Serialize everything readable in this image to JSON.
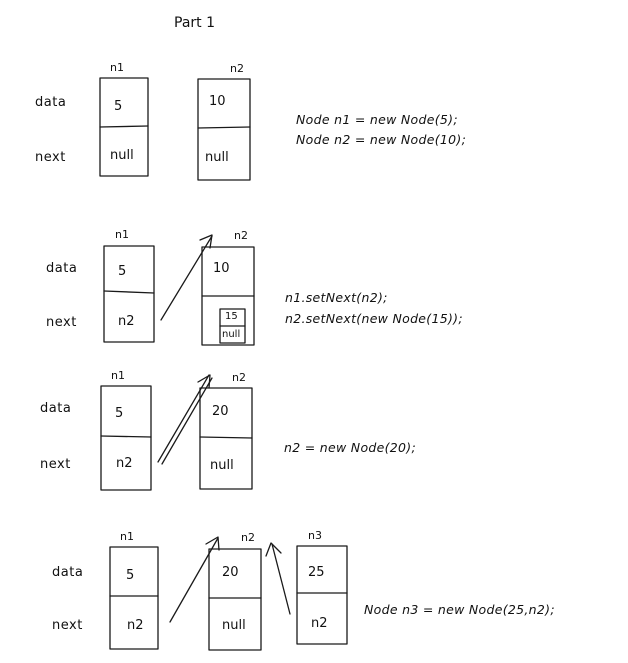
{
  "title": "Part 1",
  "row_labels": {
    "data": "data",
    "next": "next"
  },
  "null_text": "null",
  "parts": [
    {
      "nodes": [
        {
          "var": "n1",
          "data": "5",
          "next": "null"
        },
        {
          "var": "n2",
          "data": "10",
          "next": "null"
        }
      ],
      "code": [
        "Node n1 = new Node(5);",
        "Node n2 = new Node(10);"
      ]
    },
    {
      "nodes": [
        {
          "var": "n1",
          "data": "5",
          "next": "n2"
        },
        {
          "var": "n2",
          "data": "10",
          "inner": {
            "data": "15",
            "next": "null"
          }
        }
      ],
      "code": [
        "n1.setNext(n2);",
        "n2.setNext(new Node(15));"
      ]
    },
    {
      "nodes": [
        {
          "var": "n1",
          "data": "5",
          "next": "n2"
        },
        {
          "var": "n2",
          "data": "20",
          "next": "null"
        }
      ],
      "code": [
        "n2 = new Node(20);"
      ]
    },
    {
      "nodes": [
        {
          "var": "n1",
          "data": "5",
          "next": "n2"
        },
        {
          "var": "n2",
          "data": "20",
          "next": "null"
        },
        {
          "var": "n3",
          "data": "25",
          "next": "n2"
        }
      ],
      "code": [
        "Node n3 = new Node(25,n2);"
      ]
    }
  ]
}
